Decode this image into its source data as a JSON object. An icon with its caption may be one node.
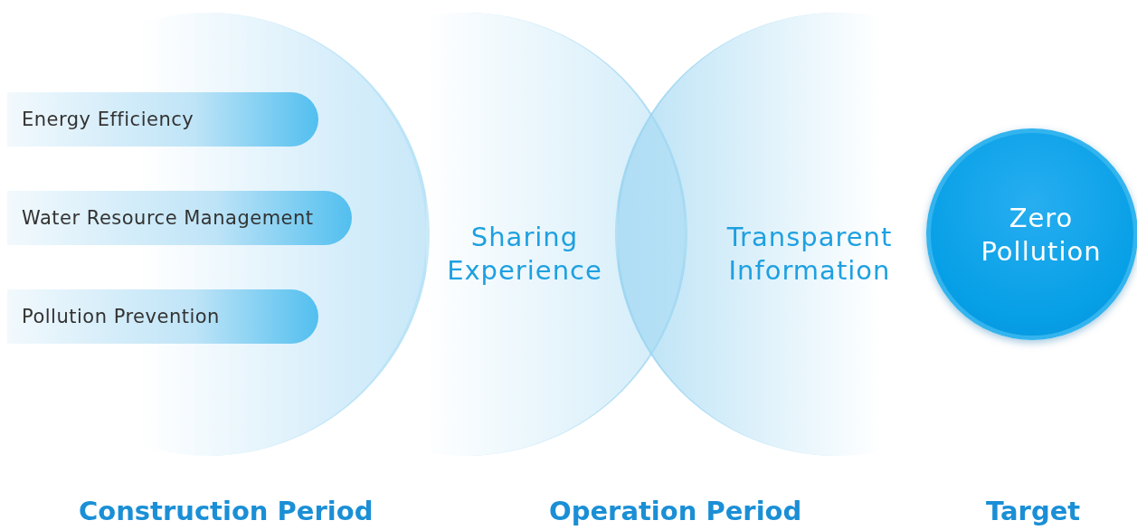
{
  "diagram": {
    "nodes": [
      {
        "text": [],
        "shape": "circle"
      },
      {
        "text": [
          "Energy Efficiency"
        ],
        "in": 0
      },
      {
        "text": [
          "Water Resource Management"
        ],
        "in": 0
      },
      {
        "text": [
          "Pollution Prevention"
        ],
        "in": 0
      },
      {
        "text": [
          "Sharing Experience"
        ]
      },
      {
        "text": [
          "Transparent Information"
        ]
      },
      {
        "text": [
          "Zero Pollution"
        ]
      }
    ],
    "labels": [
      "Construction Period",
      "Operation Period",
      "Target"
    ]
  }
}
